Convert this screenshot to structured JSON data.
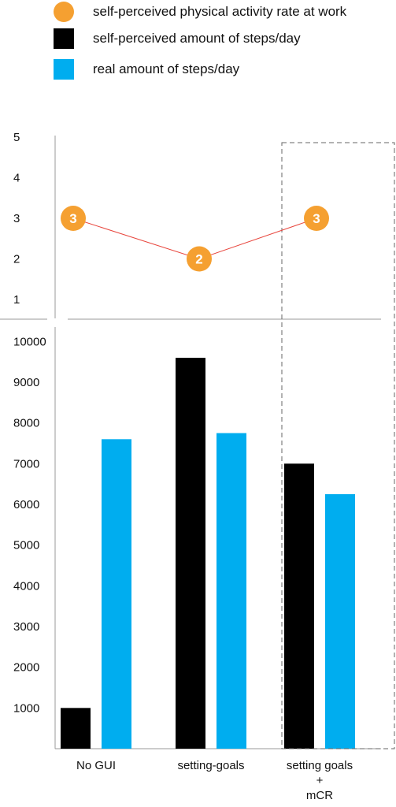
{
  "legend": [
    {
      "label": "self-perceived physical activity rate at work",
      "color": "#F5A031",
      "shape": "circle"
    },
    {
      "label": "self-perceived amount of steps/day",
      "color": "#000000",
      "shape": "square"
    },
    {
      "label": "real amount of steps/day",
      "color": "#00ADEF",
      "shape": "square"
    }
  ],
  "chart_data": [
    {
      "type": "line",
      "categories": [
        "No GUI",
        "setting-goals",
        "setting goals\n+\nmCR"
      ],
      "series": [
        {
          "name": "self-perceived physical activity rate at work",
          "values": [
            3,
            2,
            3
          ],
          "color": "#F5A031",
          "line_color": "#E8453C"
        }
      ],
      "ylim": [
        0.5,
        5
      ],
      "yticks": [
        1,
        2,
        3,
        4,
        5
      ],
      "data_labels": [
        "3",
        "2",
        "3"
      ]
    },
    {
      "type": "bar",
      "categories": [
        "No GUI",
        "setting-goals",
        "setting goals\n+\nmCR"
      ],
      "series": [
        {
          "name": "self-perceived amount of steps/day",
          "values": [
            1000,
            9600,
            7000
          ],
          "color": "#000000"
        },
        {
          "name": "real amount of steps/day",
          "values": [
            7600,
            7750,
            6250
          ],
          "color": "#00ADEF"
        }
      ],
      "ylim": [
        0,
        10000
      ],
      "yticks": [
        1000,
        2000,
        3000,
        4000,
        5000,
        6000,
        7000,
        8000,
        9000,
        10000
      ],
      "grid": false,
      "highlight": "setting goals\n+\nmCR"
    }
  ]
}
